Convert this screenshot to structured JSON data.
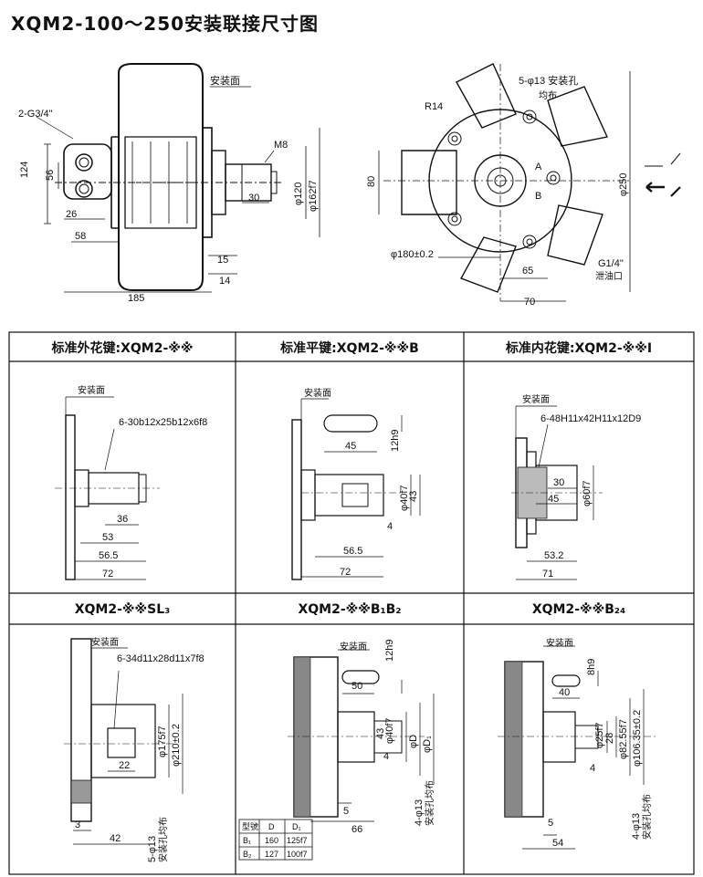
{
  "title": "XQM2-100～250安装联接尺寸图",
  "top_left": {
    "mount_face": "安装面",
    "port": "2-G3/4\"",
    "thread": "M8",
    "dims": [
      "124",
      "56",
      "26",
      "58",
      "30",
      "φ120",
      "φ162f7",
      "15",
      "14",
      "185"
    ]
  },
  "top_right": {
    "holes": "5-φ13 安装孔",
    "uniform": "均布",
    "radius": "R14",
    "drain": "G1/4\"",
    "drain_label": "泄油口",
    "dims": [
      "80",
      "φ250",
      "φ180±0.2",
      "65",
      "70"
    ],
    "port_a": "A",
    "port_b": "B"
  },
  "panels": [
    {
      "header": "标准外花键:XQM2-※※",
      "mount": "安装面",
      "spec": "6-30b12x25b12x6f8",
      "dims": [
        "36",
        "53",
        "56.5",
        "72"
      ]
    },
    {
      "header": "标准平键:XQM2-※※B",
      "mount": "安装面",
      "spec": "",
      "dims": [
        "45",
        "12h9",
        "φ40f7",
        "43",
        "4",
        "56.5",
        "72"
      ]
    },
    {
      "header": "标准内花键:XQM2-※※I",
      "mount": "安装面",
      "spec": "6-48H11x42H11x12D9",
      "dims": [
        "30",
        "45",
        "φ60f7",
        "53.2",
        "71"
      ]
    },
    {
      "header": "XQM2-※※SL₃",
      "mount": "安装面",
      "spec": "6-34d11x28d11x7f8",
      "dims": [
        "φ175f7",
        "φ210±0.2",
        "22",
        "3",
        "42",
        "5-φ13",
        "安装孔均布"
      ]
    },
    {
      "header": "XQM2-※※B₁B₂",
      "mount": "安装面",
      "spec": "",
      "dims": [
        "12h9",
        "50",
        "43",
        "φ40f7",
        "φD",
        "φD₁",
        "4",
        "5",
        "66",
        "4-φ13",
        "安装孔均布"
      ]
    },
    {
      "header": "XQM2-※※B₂₄",
      "mount": "安装面",
      "spec": "",
      "dims": [
        "8h9",
        "40",
        "φ25f7",
        "28",
        "φ82.55f7",
        "φ106.35±0.2",
        "4",
        "5",
        "54",
        "4-φ13",
        "安装孔均布"
      ]
    }
  ],
  "table": {
    "header": [
      "型號",
      "D",
      "D₁"
    ],
    "rows": [
      [
        "B₁",
        "160",
        "125f7"
      ],
      [
        "B₂",
        "127",
        "100f7"
      ]
    ]
  }
}
